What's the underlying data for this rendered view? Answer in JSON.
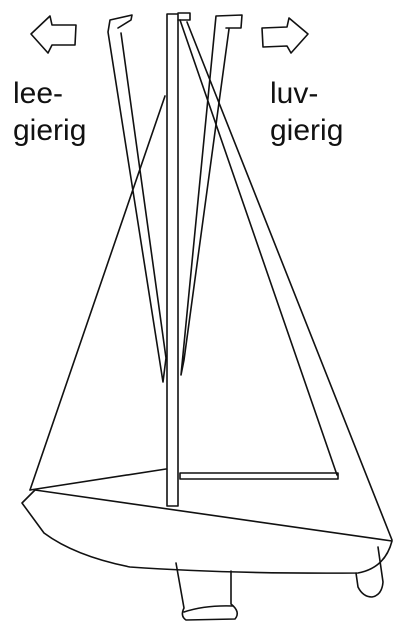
{
  "labels": {
    "lee_line1": "lee-",
    "lee_line2": "gierig",
    "luv_line1": "luv-",
    "luv_line2": "gierig"
  },
  "colors": {
    "stroke": "#111111",
    "background": "#ffffff"
  },
  "icons": {
    "left_arrow": "arrow-left-outline-icon",
    "right_arrow": "arrow-right-outline-icon"
  }
}
